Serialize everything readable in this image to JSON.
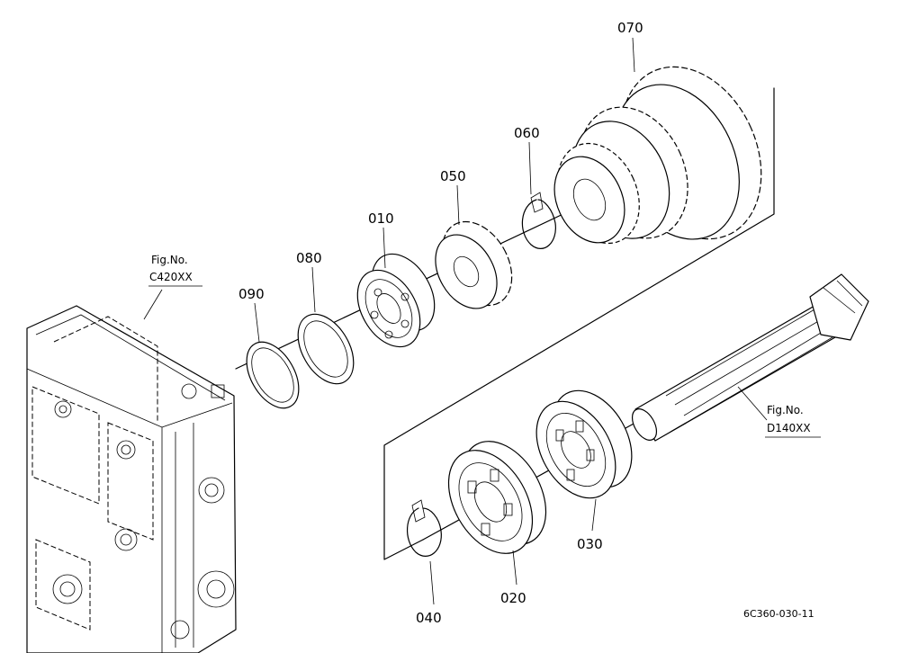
{
  "diagram": {
    "parts": {
      "p010": "010",
      "p020": "020",
      "p030": "030",
      "p040": "040",
      "p050": "050",
      "p060": "060",
      "p070": "070",
      "p080": "080",
      "p090": "090"
    },
    "refs": {
      "housing": {
        "line1": "Fig.No.",
        "line2": "C420XX"
      },
      "shaft": {
        "line1": "Fig.No.",
        "line2": "D140XX"
      }
    },
    "drawing_code": "6C360-030-11"
  }
}
